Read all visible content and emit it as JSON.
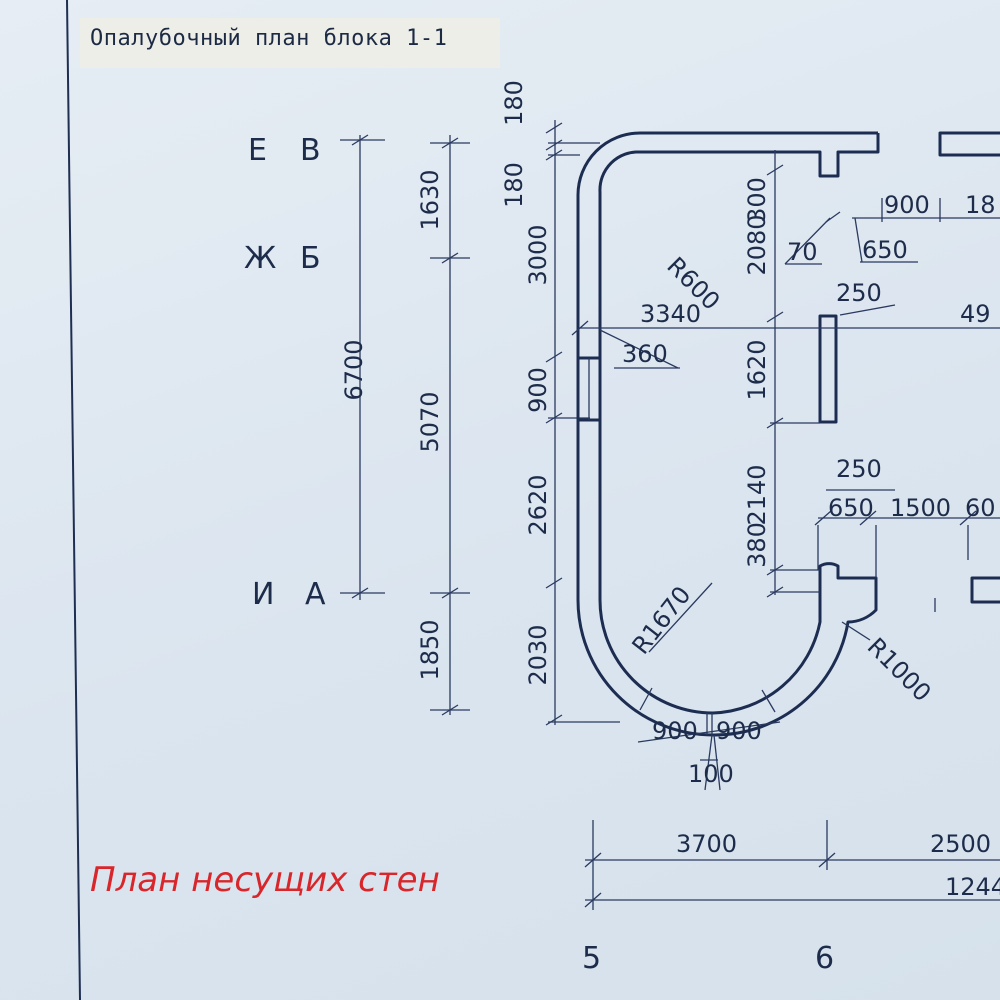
{
  "title": "Опалубочный план блока 1-1",
  "caption": "План несущих стен",
  "colors": {
    "ink": "#1d2c4a",
    "caption": "#d8262a",
    "paper": "#dfe8f1"
  },
  "axes": {
    "rows_left": [
      "Е",
      "Ж",
      "И"
    ],
    "rows_right": [
      "В",
      "Б",
      "А"
    ],
    "columns": [
      "5",
      "6"
    ]
  },
  "dims": {
    "d6700": "6700",
    "d1630": "1630",
    "d5070": "5070",
    "d1850": "1850",
    "d180a": "180",
    "d180b": "180",
    "d3000": "3000",
    "d900v": "900",
    "d2620": "2620",
    "d2030": "2030",
    "dR600": "R600",
    "d300": "300",
    "d2080": "2080",
    "d70": "70",
    "d900t": "900",
    "d650t": "650",
    "d18": "18",
    "d250a": "250",
    "d3340": "3340",
    "d49": "49",
    "d360": "360",
    "d1620": "1620",
    "d2140": "2140",
    "d250b": "250",
    "d650b": "650",
    "d1500": "1500",
    "d60": "60",
    "d380": "380",
    "dR1670": "R1670",
    "dR1000": "R1000",
    "d900l": "900",
    "d900r": "900",
    "d100": "100",
    "d3700": "3700",
    "d2500": "2500",
    "d1244": "1244"
  }
}
